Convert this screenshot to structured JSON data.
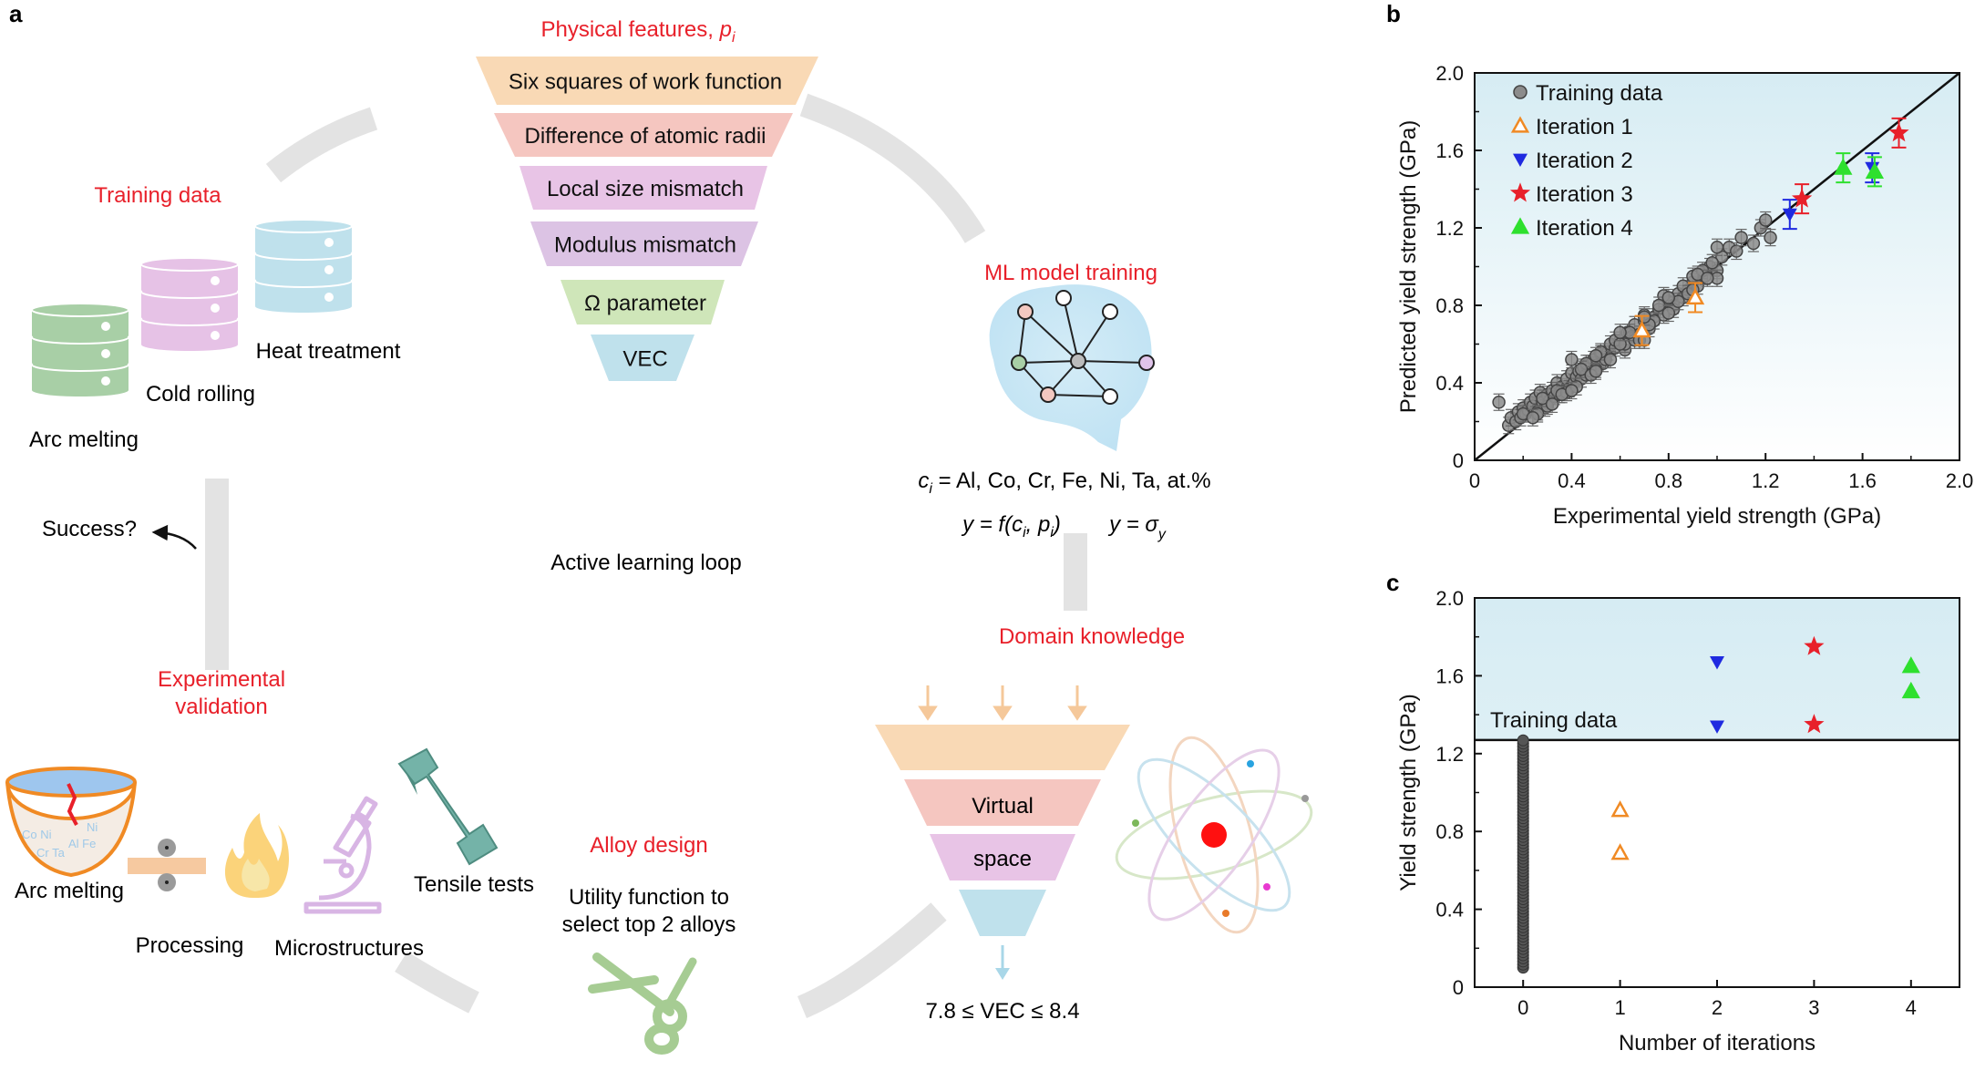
{
  "panel_labels": {
    "a": "a",
    "b": "b",
    "c": "c"
  },
  "colors": {
    "accent_red": "#e8202a",
    "loop_grey": "#e3e3e3",
    "feature_colors": [
      "#f9d9b5",
      "#f5c6c0",
      "#e8c4e6",
      "#dcc3e4",
      "#cfe6b9",
      "#bfe1ec"
    ],
    "db_colors": [
      "#a8cfa6",
      "#e6c2e6",
      "#bfe1ec"
    ]
  },
  "panel_a": {
    "physical_features_title": "Physical features, ",
    "physical_features_symbol": "p",
    "physical_features_sub": "i",
    "features": [
      "Six squares of work function",
      "Difference of atomic radii",
      "Local size mismatch",
      "Modulus mismatch",
      "Ω parameter",
      "VEC"
    ],
    "training_data_title": "Training data",
    "databases": [
      "Arc melting",
      "Cold rolling",
      "Heat treatment"
    ],
    "ml_title": "ML model training",
    "composition": "c",
    "composition_sub": "i",
    "composition_rest": " = Al, Co, Cr, Fe, Ni, Ta, at.%",
    "equation_1": "y = f(c",
    "equation_1_sub": "i",
    "equation_1_mid": ", p",
    "equation_1_sub2": "i",
    "equation_1_end": ")",
    "equation_2": "y = σ",
    "equation_2_sub": "y",
    "loop_label": "Active learning loop",
    "success_label": "Success?",
    "experimental_validation": [
      "Experimental",
      "validation"
    ],
    "domain_knowledge_title": "Domain knowledge",
    "virtual_space": [
      "Virtual",
      "space"
    ],
    "vec_constraint": "7.8 ≤ VEC ≤ 8.4",
    "alloy_design_title": "Alloy design",
    "utility_text": [
      "Utility function to",
      "select top 2 alloys"
    ],
    "experiment_steps": [
      "Arc melting",
      "Processing",
      "Microstructures",
      "Tensile tests"
    ]
  },
  "chart_data": [
    {
      "type": "scatter",
      "xlabel": "Experimental yield strength (GPa)",
      "ylabel": "Predicted yield strength (GPa)",
      "xlim": [
        0,
        2.0
      ],
      "ylim": [
        0,
        2.0
      ],
      "xticks": [
        "0",
        "0.4",
        "0.8",
        "1.2",
        "1.6",
        "2.0"
      ],
      "yticks": [
        "0",
        "0.4",
        "0.8",
        "1.2",
        "1.6",
        "2.0"
      ],
      "legend_position": "top-left",
      "series": [
        {
          "name": "Training data",
          "marker": "circle",
          "color": "#8c8c8c",
          "x": [
            0.1,
            0.14,
            0.15,
            0.17,
            0.18,
            0.19,
            0.2,
            0.21,
            0.22,
            0.23,
            0.24,
            0.25,
            0.26,
            0.27,
            0.28,
            0.29,
            0.3,
            0.31,
            0.32,
            0.33,
            0.34,
            0.35,
            0.36,
            0.37,
            0.38,
            0.39,
            0.4,
            0.41,
            0.42,
            0.43,
            0.44,
            0.45,
            0.46,
            0.47,
            0.48,
            0.49,
            0.5,
            0.52,
            0.53,
            0.55,
            0.56,
            0.58,
            0.6,
            0.62,
            0.63,
            0.65,
            0.66,
            0.68,
            0.7,
            0.72,
            0.74,
            0.76,
            0.78,
            0.8,
            0.82,
            0.84,
            0.86,
            0.88,
            0.9,
            0.92,
            0.95,
            0.97,
            1.0,
            1.02,
            1.05,
            1.08,
            1.1,
            1.15,
            1.18,
            1.22,
            0.26,
            0.3,
            0.34,
            0.38,
            0.42,
            0.46,
            0.5,
            0.54,
            0.58,
            0.62,
            0.66,
            0.7,
            0.74,
            0.78,
            0.82,
            0.86,
            0.9,
            0.94,
            0.98,
            1.0,
            0.2,
            0.24,
            0.28,
            0.32,
            0.36,
            0.4,
            0.44,
            0.48,
            0.52,
            0.56,
            0.6,
            0.64,
            0.68,
            0.72,
            0.76,
            0.8,
            0.84,
            0.88,
            0.92,
            0.96,
            0.4,
            0.5,
            0.6,
            0.7,
            0.8,
            0.9,
            1.2,
            0.5,
            0.7,
            1.0
          ],
          "y": [
            0.3,
            0.18,
            0.22,
            0.2,
            0.25,
            0.22,
            0.27,
            0.24,
            0.26,
            0.3,
            0.28,
            0.32,
            0.25,
            0.35,
            0.3,
            0.27,
            0.34,
            0.31,
            0.36,
            0.33,
            0.4,
            0.34,
            0.38,
            0.36,
            0.42,
            0.37,
            0.45,
            0.4,
            0.43,
            0.46,
            0.42,
            0.48,
            0.44,
            0.5,
            0.46,
            0.52,
            0.49,
            0.55,
            0.5,
            0.56,
            0.6,
            0.58,
            0.62,
            0.57,
            0.66,
            0.64,
            0.7,
            0.65,
            0.72,
            0.68,
            0.74,
            0.78,
            0.75,
            0.82,
            0.8,
            0.86,
            0.84,
            0.88,
            0.92,
            0.9,
            0.95,
            1.0,
            0.98,
            1.05,
            1.1,
            1.08,
            1.15,
            1.12,
            1.2,
            1.15,
            0.24,
            0.28,
            0.36,
            0.35,
            0.38,
            0.5,
            0.47,
            0.52,
            0.62,
            0.6,
            0.62,
            0.75,
            0.72,
            0.85,
            0.78,
            0.9,
            0.95,
            0.98,
            1.02,
            0.94,
            0.24,
            0.22,
            0.32,
            0.29,
            0.34,
            0.36,
            0.47,
            0.44,
            0.56,
            0.52,
            0.6,
            0.66,
            0.62,
            0.7,
            0.8,
            0.76,
            0.82,
            0.86,
            0.96,
            0.94,
            0.52,
            0.54,
            0.66,
            0.62,
            0.84,
            0.88,
            1.24,
            0.46,
            0.74,
            1.1
          ]
        },
        {
          "name": "Iteration 1",
          "marker": "triangle-up-open",
          "color": "#f08a24",
          "x": [
            0.69,
            0.91
          ],
          "y": [
            0.67,
            0.84
          ]
        },
        {
          "name": "Iteration 2",
          "marker": "triangle-down",
          "color": "#1f2ae0",
          "x": [
            1.3,
            1.64
          ],
          "y": [
            1.27,
            1.51
          ]
        },
        {
          "name": "Iteration 3",
          "marker": "star",
          "color": "#e8202a",
          "x": [
            1.35,
            1.75
          ],
          "y": [
            1.35,
            1.69
          ]
        },
        {
          "name": "Iteration 4",
          "marker": "triangle-up",
          "color": "#2ee02e",
          "x": [
            1.52,
            1.65
          ],
          "y": [
            1.51,
            1.49
          ]
        }
      ]
    },
    {
      "type": "scatter",
      "xlabel": "Number of iterations",
      "ylabel": "Yield strength (GPa)",
      "xlim": [
        -0.5,
        4.5
      ],
      "ylim": [
        0,
        2.0
      ],
      "xticks": [
        "0",
        "1",
        "2",
        "3",
        "4"
      ],
      "yticks": [
        "0",
        "0.4",
        "0.8",
        "1.2",
        "1.6",
        "2.0"
      ],
      "hline": {
        "y": 1.27,
        "label": "Training data"
      },
      "series": [
        {
          "marker": "circle",
          "color": "#555555",
          "x": 0,
          "y_range": [
            0.1,
            1.27
          ]
        },
        {
          "marker": "triangle-up-open",
          "color": "#f08a24",
          "x": [
            1,
            1
          ],
          "y": [
            0.91,
            0.69
          ]
        },
        {
          "marker": "triangle-down",
          "color": "#1f2ae0",
          "x": [
            2,
            2
          ],
          "y": [
            1.67,
            1.34
          ]
        },
        {
          "marker": "star",
          "color": "#e8202a",
          "x": [
            3,
            3
          ],
          "y": [
            1.75,
            1.35
          ]
        },
        {
          "marker": "triangle-up",
          "color": "#2ee02e",
          "x": [
            4,
            4
          ],
          "y": [
            1.65,
            1.52
          ]
        }
      ]
    }
  ]
}
